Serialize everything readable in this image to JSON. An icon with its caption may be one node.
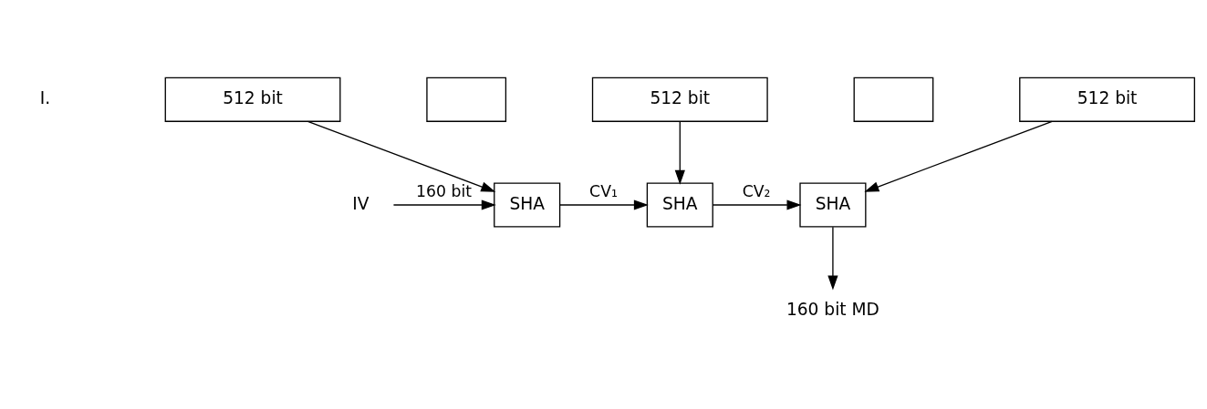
{
  "diagram": {
    "nodes": [
      {
        "text": [
          "512 bit"
        ]
      },
      {
        "text": [],
        "shape": "box"
      },
      {
        "text": [
          "512 bit"
        ]
      },
      {
        "text": [],
        "shape": "box"
      },
      {
        "text": [
          "512 bit"
        ]
      },
      {
        "text": [
          "SHA"
        ]
      },
      {
        "text": [
          "SHA"
        ]
      },
      {
        "text": [
          "SHA"
        ]
      },
      {
        "text": [
          "IV"
        ]
      },
      {
        "text": [
          "160 bit MD"
        ]
      }
    ],
    "edges": [
      {
        "from": 0,
        "to": 5,
        "arrow": "to"
      },
      {
        "from": 2,
        "to": 6,
        "arrow": "to"
      },
      {
        "from": 4,
        "to": 7,
        "arrow": "to"
      },
      {
        "from": 8,
        "to": 5,
        "arrow": "to",
        "label": "160 bit"
      },
      {
        "from": 5,
        "to": 6,
        "arrow": "to",
        "label": "CV₁"
      },
      {
        "from": 6,
        "to": 7,
        "arrow": "to",
        "label": "CV₂"
      },
      {
        "from": 7,
        "to": 9,
        "arrow": "to"
      }
    ],
    "labels": [
      "I."
    ]
  }
}
